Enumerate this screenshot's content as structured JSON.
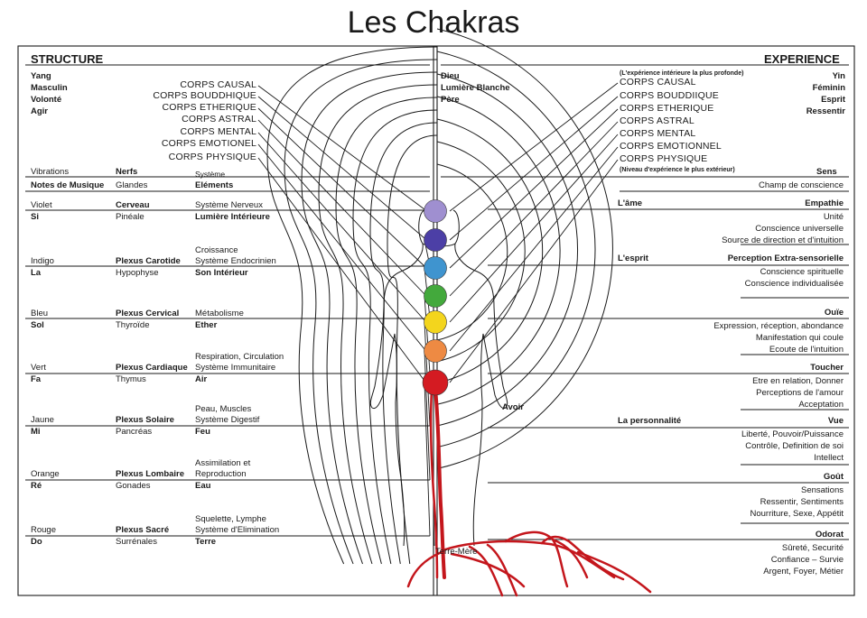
{
  "title": "Les Chakras",
  "left": {
    "header": "STRUCTURE",
    "qualities": [
      "Yang",
      "Masculin",
      "Volonté",
      "Agir"
    ],
    "columns": {
      "vibrations": "Vibrations",
      "nerfs": "Nerfs",
      "systeme": "Système"
    },
    "subcolumns": {
      "notes": "Notes de Musique",
      "glandes": "Glandes",
      "elements": "Eléments"
    },
    "chakras": [
      {
        "color": "Violet",
        "note": "Si",
        "nerf": "Cerveau",
        "glande": "Pinéale",
        "systeme": "Système Nerveux",
        "element": "Lumière Intérieure"
      },
      {
        "color": "Indigo",
        "note": "La",
        "nerf": "Plexus Carotide",
        "glande": "Hypophyse",
        "systeme": "Croissance\nSystème Endocrinien",
        "element": "Son Intérieur"
      },
      {
        "color": "Bleu",
        "note": "Sol",
        "nerf": "Plexus Cervical",
        "glande": "Thyroïde",
        "systeme": "Métabolisme",
        "element": "Ether"
      },
      {
        "color": "Vert",
        "note": "Fa",
        "nerf": "Plexus Cardiaque",
        "glande": "Thymus",
        "systeme": "Respiration, Circulation\nSystème Immunitaire",
        "element": "Air"
      },
      {
        "color": "Jaune",
        "note": "Mi",
        "nerf": "Plexus Solaire",
        "glande": "Pancréas",
        "systeme": "Peau, Muscles\nSystème Digestif",
        "element": "Feu"
      },
      {
        "color": "Orange",
        "note": "Ré",
        "nerf": "Plexus Lombaire",
        "glande": "Gonades",
        "systeme": "Assimilation et\nReproduction",
        "element": "Eau"
      },
      {
        "color": "Rouge",
        "note": "Do",
        "nerf": "Plexus Sacré",
        "glande": "Surrénales",
        "systeme": "Squelette, Lymphe\nSystème d'Elimination",
        "element": "Terre"
      }
    ],
    "bodies": [
      "CORPS CAUSAL",
      "CORPS BOUDDHIQUE",
      "CORPS ETHERIQUE",
      "CORPS ASTRAL",
      "CORPS MENTAL",
      "CORPS EMOTIONEL",
      "CORPS PHYSIQUE"
    ]
  },
  "right": {
    "header": "EXPERIENCE",
    "qualities": [
      "Yin",
      "Féminin",
      "Esprit",
      "Ressentir"
    ],
    "top_note": "(L'expérience intérieure la plus profonde)",
    "bottom_note": "(Niveau d'expérience le plus extérieur)",
    "bodies": [
      "CORPS CAUSAL",
      "CORPS BOUDDIIQUE",
      "CORPS ETHERIQUE",
      "CORPS ASTRAL",
      "CORPS MENTAL",
      "CORPS EMOTIONNEL",
      "CORPS PHYSIQUE"
    ],
    "sens_label": "Sens",
    "champ": "Champ de conscience",
    "levels": {
      "ame": "L'âme",
      "esprit": "L'esprit",
      "personnalite": "La personnalité"
    },
    "senses": [
      {
        "sense": "Empathie",
        "lines": [
          "Unité",
          "Conscience universelle",
          "Source de direction et d'intuition"
        ]
      },
      {
        "sense": "Perception Extra-sensorielle",
        "lines": [
          "Conscience spirituelle",
          "Conscience individualisée"
        ]
      },
      {
        "sense": "Ouïe",
        "lines": [
          "Expression, réception, abondance",
          "Manifestation qui coule",
          "Ecoute de l'intuition"
        ]
      },
      {
        "sense": "Toucher",
        "lines": [
          "Etre en relation, Donner",
          "Perceptions de l'amour",
          "Acceptation"
        ]
      },
      {
        "sense": "Vue",
        "lines": [
          "Liberté, Pouvoir/Puissance",
          "Contrôle, Definition de soi",
          "Intellect"
        ]
      },
      {
        "sense": "Goût",
        "lines": [
          "Sensations",
          "Ressentir, Sentiments",
          "Nourriture, Sexe, Appétit"
        ]
      },
      {
        "sense": "Odorat",
        "lines": [
          "Sûreté, Securité",
          "Confiance – Survie",
          "Argent, Foyer, Métier"
        ]
      }
    ]
  },
  "center": {
    "dieu": [
      "Dieu",
      "Lumière Blanche",
      "Père"
    ],
    "terre": "Terre-Mère",
    "avoir": "Avoir"
  },
  "chakra_colors": [
    "#9f8fd0",
    "#4c3fa6",
    "#3f94cf",
    "#43a93c",
    "#f3d51d",
    "#ee8a43",
    "#d41b22"
  ],
  "root_color": "#c4161c"
}
